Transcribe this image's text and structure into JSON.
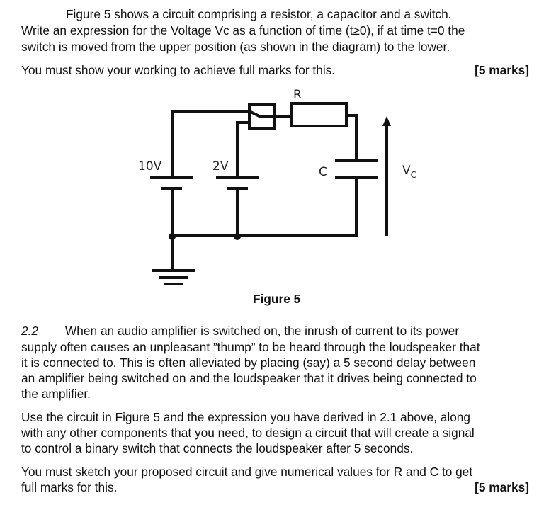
{
  "q21": {
    "line1": "Figure 5 shows a circuit comprising a resistor, a capacitor and a switch.",
    "line2": "Write an expression for the Voltage Vc as a function of time (t≥0), if at time t=0 the",
    "line3": "switch is moved from the upper position (as shown in the diagram) to the lower.",
    "instruction": "You must show your working to achieve full marks for this.",
    "marks": "[5 marks]"
  },
  "figure": {
    "caption": "Figure 5",
    "labels": {
      "r": "R",
      "v10": "10V",
      "v2": "2V",
      "c": "C",
      "vc": "V",
      "vc_sub": "C"
    }
  },
  "q22": {
    "number": "2.2",
    "p1": [
      "When an audio amplifier is switched on, the inrush of current to its power",
      "supply often causes an unpleasant  ”thump” to be heard through the loudspeaker that",
      "it is connected to. This is often alleviated by placing (say) a 5 second delay between",
      "an amplifier being switched on and the loudspeaker that it drives being connected to",
      "the amplifier."
    ],
    "p2": [
      "Use the circuit in Figure 5 and the expression you have derived in 2.1 above, along",
      "with any other components that you need, to design a circuit that will create a signal",
      "to control a binary switch that connects the loudspeaker after 5 seconds."
    ],
    "p3": [
      "You must sketch your proposed circuit and give numerical values for R and C to get",
      "full marks for this."
    ],
    "marks": "[5 marks]"
  }
}
